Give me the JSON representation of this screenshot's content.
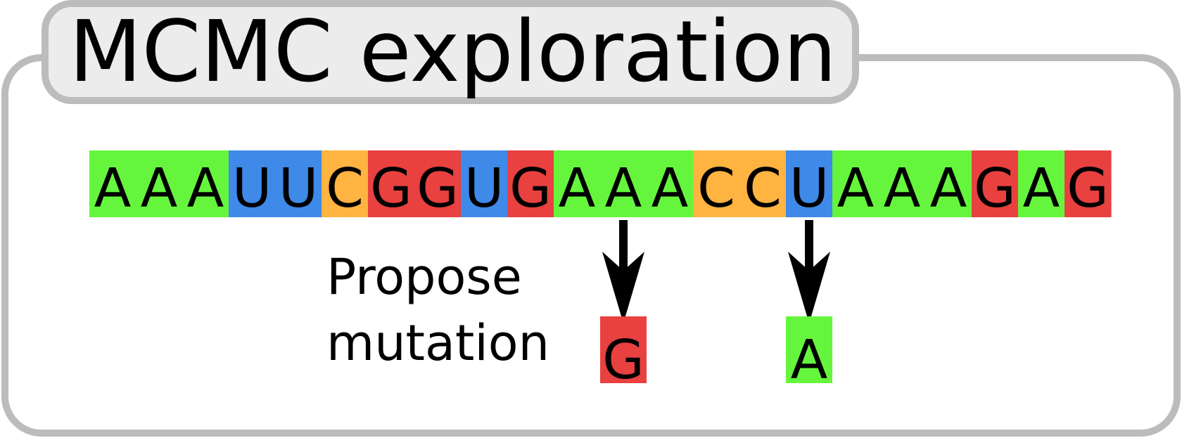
{
  "title": "MCMC exploration",
  "sequence": [
    "A",
    "A",
    "A",
    "U",
    "U",
    "C",
    "G",
    "G",
    "U",
    "G",
    "A",
    "A",
    "A",
    "C",
    "C",
    "U",
    "A",
    "A",
    "A",
    "G",
    "A",
    "G"
  ],
  "base_colors": {
    "A": "#66f53d",
    "U": "#3f89e8",
    "C": "#ffb340",
    "G": "#e94040"
  },
  "frame_color": "#bcbcbc",
  "title_bg": "#ececec",
  "propose_label": {
    "line1": "Propose",
    "line2": "mutation"
  },
  "mutations": [
    {
      "position": 11,
      "base": "G"
    },
    {
      "position": 15,
      "base": "A"
    }
  ]
}
